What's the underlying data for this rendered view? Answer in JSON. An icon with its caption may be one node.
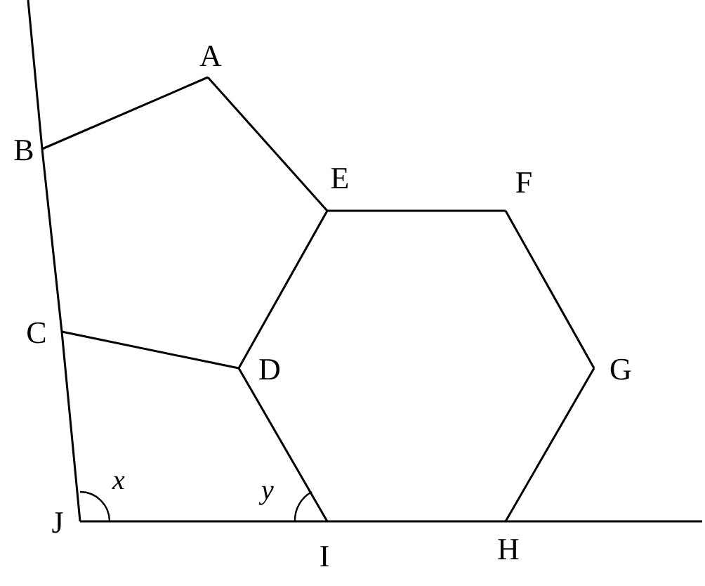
{
  "diagram": {
    "nodes": [
      {
        "text": [
          "A"
        ]
      },
      {
        "text": [
          "B"
        ]
      },
      {
        "text": [
          "C"
        ]
      },
      {
        "text": [
          "D"
        ]
      },
      {
        "text": [
          "E"
        ]
      },
      {
        "text": [
          "F"
        ]
      },
      {
        "text": [
          "G"
        ]
      },
      {
        "text": [
          "H"
        ]
      },
      {
        "text": [
          "I"
        ]
      },
      {
        "text": [
          "J"
        ]
      }
    ],
    "edges": [
      {
        "from": 1,
        "to": 0,
        "arrow": "none"
      },
      {
        "from": 0,
        "to": 4,
        "arrow": "none"
      },
      {
        "from": 2,
        "to": 3,
        "arrow": "none"
      },
      {
        "from": 3,
        "to": 4,
        "arrow": "none"
      },
      {
        "from": 4,
        "to": 5,
        "arrow": "none"
      },
      {
        "from": 5,
        "to": 6,
        "arrow": "none"
      },
      {
        "from": 6,
        "to": 7,
        "arrow": "none"
      },
      {
        "from": 7,
        "to": 8,
        "arrow": "none"
      },
      {
        "from": 8,
        "to": 3,
        "arrow": "none"
      },
      {
        "from": 9,
        "to": 8,
        "arrow": "none"
      },
      {
        "from": 9,
        "to": 2,
        "arrow": "none"
      },
      {
        "from": 2,
        "to": 1,
        "arrow": "none"
      },
      {
        "from": 1,
        "to": null,
        "arrow": "none"
      },
      {
        "from": 7,
        "to": null,
        "arrow": "none"
      }
    ],
    "labels": [
      "x",
      "y"
    ]
  }
}
